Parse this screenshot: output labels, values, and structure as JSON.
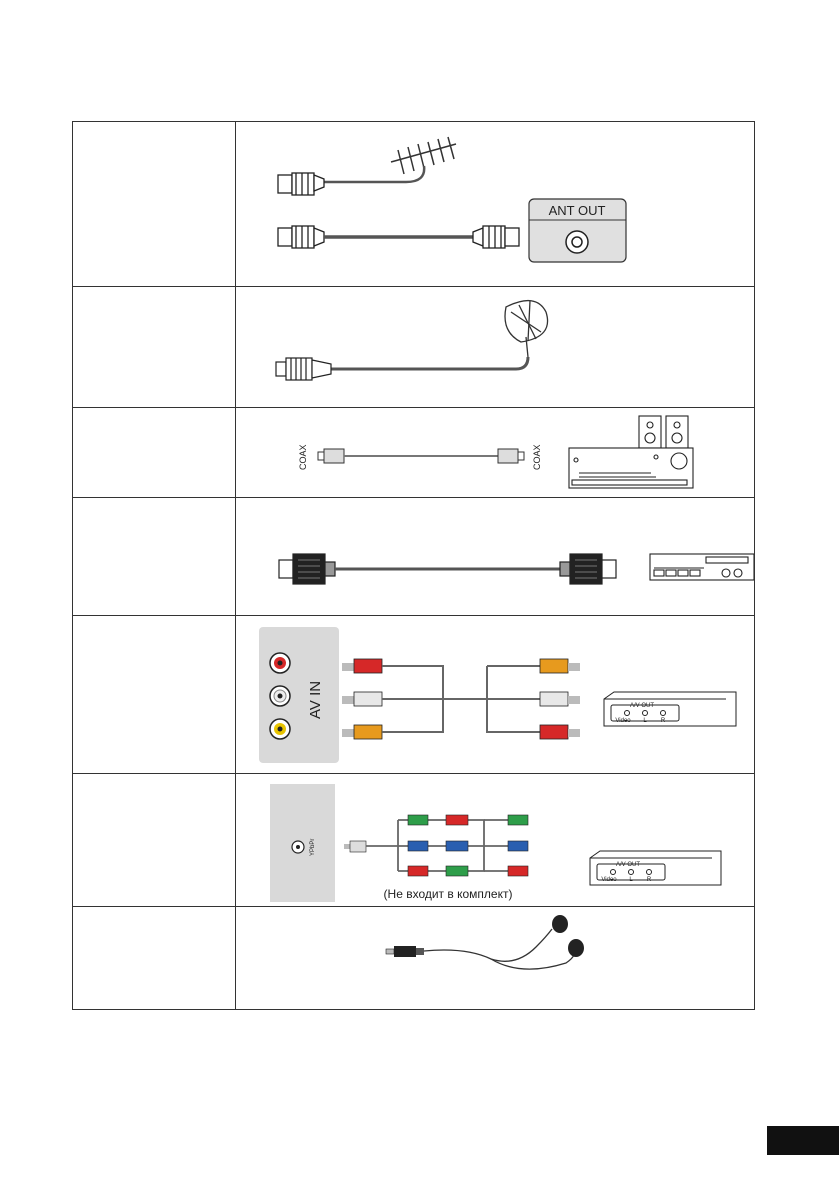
{
  "rows": [
    {
      "id": "antenna",
      "label": "",
      "device_label": "ANT OUT"
    },
    {
      "id": "satellite",
      "label": ""
    },
    {
      "id": "coax",
      "label": "",
      "left_tag": "COAX",
      "right_tag": "COAX"
    },
    {
      "id": "hdmi",
      "label": ""
    },
    {
      "id": "av",
      "label": "",
      "panel_label": "AV IN",
      "device_label": "A/V OUT",
      "device_ports": [
        "Video",
        "L",
        "R"
      ]
    },
    {
      "id": "ypbpr",
      "label": "",
      "panel_label": "YPbPr",
      "note": "(Не входит в комплект)",
      "device_label": "A/V OUT",
      "device_ports": [
        "Video",
        "L",
        "R"
      ]
    },
    {
      "id": "earphones",
      "label": ""
    }
  ],
  "colors": {
    "red": "#d62828",
    "white": "#e8e8e8",
    "yellow": "#e8c400",
    "green": "#2e9e4a",
    "blue": "#2a5fb0",
    "orange": "#e79a1e",
    "cable": "#666666"
  },
  "page_tab": ""
}
